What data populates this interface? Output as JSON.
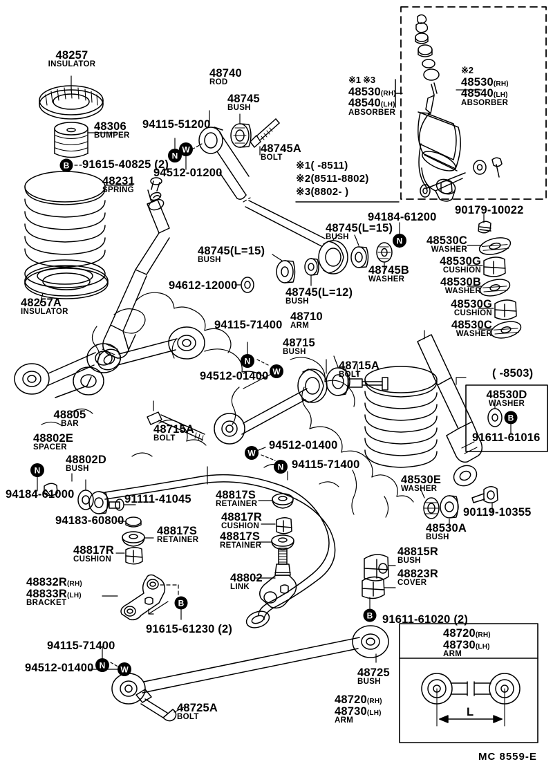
{
  "diagram": {
    "sheet_code": "MC 8559-E",
    "title": "Rear Suspension Exploded Parts Diagram",
    "footnote_legend": [
      {
        "mark": "※1",
        "range": "(      -8511)"
      },
      {
        "mark": "※2",
        "range": "(8511-8802)"
      },
      {
        "mark": "※3",
        "range": "(8802-        )"
      }
    ],
    "inset_absorber": {
      "mark": "※2",
      "numbers": [
        {
          "number": "48530",
          "side": "(RH)"
        },
        {
          "number": "48540",
          "side": "(LH)"
        }
      ],
      "name": "ABSORBER"
    },
    "inset_washer_box": {
      "range_label": "(      -8503)",
      "number": "48530D",
      "name": "WASHER",
      "bolt_marker": "B",
      "bolt_number": "91611-61016"
    },
    "inset_arm_box": {
      "numbers": [
        {
          "number": "48720",
          "side": "(RH)"
        },
        {
          "number": "48730",
          "side": "(LH)"
        }
      ],
      "name": "ARM",
      "dimension_label": "L"
    },
    "callouts": [
      {
        "number": "48257",
        "name": "INSULATOR"
      },
      {
        "number": "48306",
        "name": "BUMPER"
      },
      {
        "number": "91615-40825 (2)",
        "name": "",
        "marker": "B"
      },
      {
        "number": "48231",
        "name": "SPRING"
      },
      {
        "number": "48257A",
        "name": "INSULATOR"
      },
      {
        "number": "94115-51200",
        "name": "",
        "marker": "N"
      },
      {
        "number": "94512-01200",
        "name": "",
        "marker": "W"
      },
      {
        "number": "48740",
        "name": "ROD"
      },
      {
        "number": "48745",
        "name": "BUSH"
      },
      {
        "number": "48745A",
        "name": "BOLT"
      },
      {
        "number": "48530",
        "name": "ABSORBER",
        "side": "(RH)"
      },
      {
        "number": "48540",
        "name": "ABSORBER",
        "side": "(LH)"
      },
      {
        "number": "48745(L=15)",
        "name": "BUSH"
      },
      {
        "number": "48745(L=12)",
        "name": "BUSH"
      },
      {
        "number": "94612-12000",
        "name": ""
      },
      {
        "number": "94184-61200",
        "name": "",
        "marker": "N"
      },
      {
        "number": "48745B",
        "name": "WASHER"
      },
      {
        "number": "90179-10022",
        "name": ""
      },
      {
        "number": "48530C",
        "name": "WASHER"
      },
      {
        "number": "48530G",
        "name": "CUSHION"
      },
      {
        "number": "48530B",
        "name": "WASHER"
      },
      {
        "number": "48530E",
        "name": "WASHER"
      },
      {
        "number": "48530A",
        "name": "BUSH"
      },
      {
        "number": "90119-10355",
        "name": ""
      },
      {
        "number": "48710",
        "name": "ARM"
      },
      {
        "number": "48715",
        "name": "BUSH"
      },
      {
        "number": "48715A",
        "name": "BOLT"
      },
      {
        "number": "94115-71400",
        "name": "",
        "marker": "N"
      },
      {
        "number": "94512-01400",
        "name": "",
        "marker": "W"
      },
      {
        "number": "48805",
        "name": "BAR"
      },
      {
        "number": "48802E",
        "name": "SPACER"
      },
      {
        "number": "48802D",
        "name": "BUSH"
      },
      {
        "number": "94184-61000",
        "name": "",
        "marker": "N"
      },
      {
        "number": "91111-41045",
        "name": ""
      },
      {
        "number": "94183-60800",
        "name": ""
      },
      {
        "number": "48817S",
        "name": "RETAINER"
      },
      {
        "number": "48817R",
        "name": "CUSHION"
      },
      {
        "number": "48802",
        "name": "LINK"
      },
      {
        "number": "48832R",
        "name": "BRACKET",
        "side": "(RH)"
      },
      {
        "number": "48833R",
        "name": "BRACKET",
        "side": "(LH)"
      },
      {
        "number": "91615-61230 (2)",
        "name": "",
        "marker": "B"
      },
      {
        "number": "48815R",
        "name": "BUSH"
      },
      {
        "number": "48823R",
        "name": "COVER"
      },
      {
        "number": "91611-61020 (2)",
        "name": "",
        "marker": "B"
      },
      {
        "number": "48725",
        "name": "BUSH"
      },
      {
        "number": "48720",
        "name": "ARM",
        "side": "(RH)"
      },
      {
        "number": "48730",
        "name": "ARM",
        "side": "(LH)"
      },
      {
        "number": "48725A",
        "name": "BOLT"
      }
    ],
    "labels": {
      "l_48257": "48257",
      "l_48257_sub": "INSULATOR",
      "l_48306": "48306",
      "l_48306_sub": "BUMPER",
      "l_91615_40825": "91615-40825 (2)",
      "l_b1": "B",
      "l_48231": "48231",
      "l_48231_sub": "SPRING",
      "l_48257a": "48257A",
      "l_48257a_sub": "INSULATOR",
      "l_94115_51200": "94115-51200",
      "l_n1": "N",
      "l_w1": "W",
      "l_94512_01200": "94512-01200",
      "l_48740": "48740",
      "l_48740_sub": "ROD",
      "l_48745": "48745",
      "l_48745_sub": "BUSH",
      "l_48745a": "48745A",
      "l_48745a_sub": "BOLT",
      "l_marks13": "※1 ※3",
      "l_48530": "48530",
      "l_48530_rh": "(RH)",
      "l_48540": "48540",
      "l_48540_lh": "(LH)",
      "l_absorber": "ABSORBER",
      "l_mark2": "※2",
      "l_48530_b": "48530",
      "l_48530_b_rh": "(RH)",
      "l_48540_b": "48540",
      "l_48540_b_lh": "(LH)",
      "l_absorber_b": "ABSORBER",
      "l_note1": "※1(       -8511)",
      "l_note2": "※2(8511-8802)",
      "l_note3": "※3(8802-       )",
      "l_48745L15a": "48745(L=15)",
      "l_48745L15a_sub": "BUSH",
      "l_48745L15b": "48745(L=15)",
      "l_48745L15b_sub": "BUSH",
      "l_48745L12": "48745(L=12)",
      "l_48745L12_sub": "BUSH",
      "l_94612_12000": "94612-12000",
      "l_94184_61200": "94184-61200",
      "l_n2": "N",
      "l_48745b": "48745B",
      "l_48745b_sub": "WASHER",
      "l_90179_10022": "90179-10022",
      "l_48530c": "48530C",
      "l_48530c_sub": "WASHER",
      "l_48530g": "48530G",
      "l_48530g_sub": "CUSHION",
      "l_48530b": "48530B",
      "l_48530b_sub": "WASHER",
      "l_48530g2": "48530G",
      "l_48530g2_sub": "CUSHION",
      "l_48530c2": "48530C",
      "l_48530c2_sub": "WASHER",
      "l_94115_71400a": "94115-71400",
      "l_n3": "N",
      "l_48710": "48710",
      "l_48710_sub": "ARM",
      "l_48715": "48715",
      "l_48715_sub": "BUSH",
      "l_48715a_top": "48715A",
      "l_48715a_top_sub": "BOLT",
      "l_94512_01400a": "94512-01400",
      "l_w2": "W",
      "l_8503": "(      -8503)",
      "l_48530d": "48530D",
      "l_48530d_sub": "WASHER",
      "l_b2": "B",
      "l_91611_61016": "91611-61016",
      "l_48805": "48805",
      "l_48805_sub": "BAR",
      "l_48802e": "48802E",
      "l_48802e_sub": "SPACER",
      "l_48802d": "48802D",
      "l_48802d_sub": "BUSH",
      "l_n4": "N",
      "l_94184_61000": "94184-61000",
      "l_48715a_left": "48715A",
      "l_48715a_left_sub": "BOLT",
      "l_94512_01400b": "94512-01400",
      "l_w3": "W",
      "l_94115_71400b": "94115-71400",
      "l_n5": "N",
      "l_91111_41045": "91111-41045",
      "l_94183_60800": "94183-60800",
      "l_48817s_a": "48817S",
      "l_48817s_a_sub": "RETAINER",
      "l_48817r_a": "48817R",
      "l_48817r_a_sub": "CUSHION",
      "l_48817s_b": "48817S",
      "l_48817s_b_sub": "RETAINER",
      "l_48817r_b": "48817R",
      "l_48817r_b_sub": "CUSHION",
      "l_48817s_c": "48817S",
      "l_48817s_c_sub": "RETAINER",
      "l_48802": "48802",
      "l_48802_sub": "LINK",
      "l_48832r": "48832R",
      "l_48832r_rh": "(RH)",
      "l_48833r": "48833R",
      "l_48833r_lh": "(LH)",
      "l_bracket_sub": "BRACKET",
      "l_b3": "B",
      "l_91615_61230": "91615-61230 (2)",
      "l_48530e": "48530E",
      "l_48530e_sub": "WASHER",
      "l_48530a": "48530A",
      "l_48530a_sub": "BUSH",
      "l_90119_10355": "90119-10355",
      "l_48815r": "48815R",
      "l_48815r_sub": "BUSH",
      "l_48823r": "48823R",
      "l_48823r_sub": "COVER",
      "l_b4": "B",
      "l_91611_61020": "91611-61020 (2)",
      "l_94115_71400c": "94115-71400",
      "l_n6": "N",
      "l_94512_01400c": "94512-01400",
      "l_w4": "W",
      "l_48725a": "48725A",
      "l_48725a_sub": "BOLT",
      "l_48725": "48725",
      "l_48725_sub": "BUSH",
      "l_48720": "48720",
      "l_48720_rh": "(RH)",
      "l_48730": "48730",
      "l_48730_lh": "(LH)",
      "l_arm_sub": "ARM",
      "l_48720b": "48720",
      "l_48720b_rh": "(RH)",
      "l_48730b": "48730",
      "l_48730b_lh": "(LH)",
      "l_arm_sub_b": "ARM",
      "l_dim_L": "L",
      "l_sheet_code": "MC 8559-E"
    }
  }
}
